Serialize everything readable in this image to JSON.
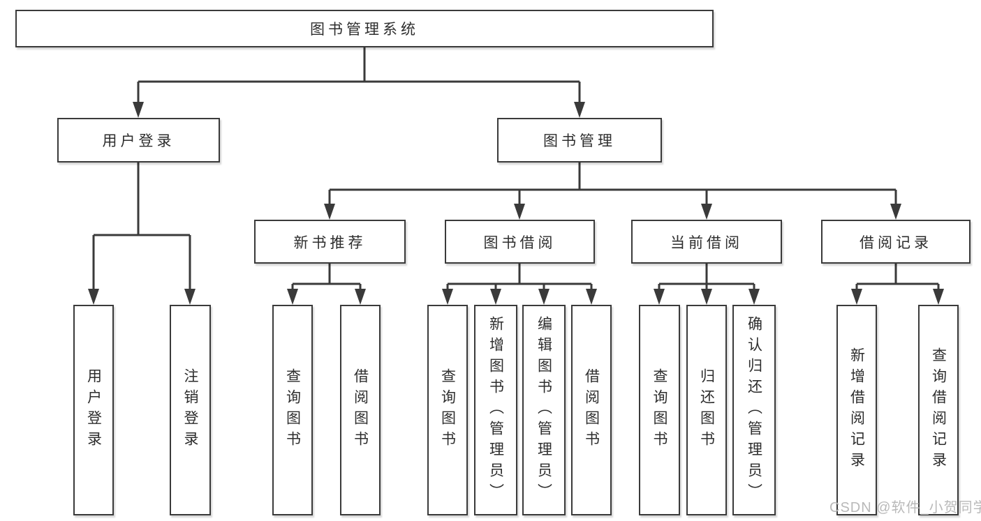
{
  "diagram": {
    "root": {
      "label": "图书管理系统",
      "children": [
        {
          "label": "用户登录",
          "children": [
            {
              "label": "用户登录"
            },
            {
              "label": "注销登录"
            }
          ]
        },
        {
          "label": "图书管理",
          "children": [
            {
              "label": "新书推荐",
              "children": [
                {
                  "label": "查询图书"
                },
                {
                  "label": "借阅图书"
                }
              ]
            },
            {
              "label": "图书借阅",
              "children": [
                {
                  "label": "查询图书"
                },
                {
                  "label": "新增图书（管理员）"
                },
                {
                  "label": "编辑图书（管理员）"
                },
                {
                  "label": "借阅图书"
                }
              ]
            },
            {
              "label": "当前借阅",
              "children": [
                {
                  "label": "查询图书"
                },
                {
                  "label": "归还图书"
                },
                {
                  "label": "确认归还（管理员）"
                }
              ]
            },
            {
              "label": "借阅记录",
              "children": [
                {
                  "label": "新增借阅记录"
                },
                {
                  "label": "查询借阅记录"
                }
              ]
            }
          ]
        }
      ]
    }
  },
  "watermark": {
    "text": "CSDN @软件_小贺同学"
  },
  "colors": {
    "line": "#3a3a3a",
    "box_border": "#3a3a3a",
    "box_fill": "#ffffff",
    "text": "#2d2d2d",
    "watermark": "#b9b9b9",
    "background": "#ffffff"
  }
}
